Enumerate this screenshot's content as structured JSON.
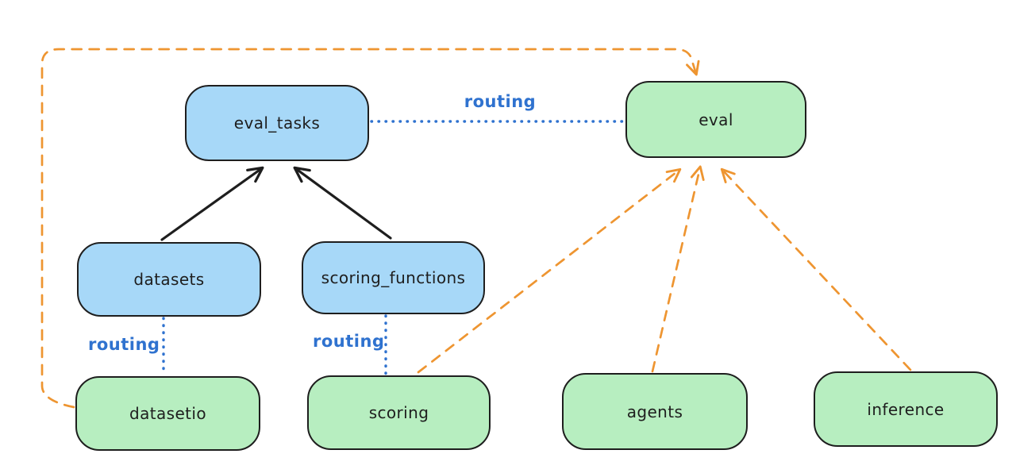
{
  "diagram": {
    "type": "architecture-diagram",
    "nodes": {
      "eval_tasks": {
        "label": "eval_tasks",
        "fill": "blue"
      },
      "datasets": {
        "label": "datasets",
        "fill": "blue"
      },
      "scoring_functions": {
        "label": "scoring_functions",
        "fill": "blue"
      },
      "eval": {
        "label": "eval",
        "fill": "green"
      },
      "datasetio": {
        "label": "datasetio",
        "fill": "green"
      },
      "scoring": {
        "label": "scoring",
        "fill": "green"
      },
      "agents": {
        "label": "agents",
        "fill": "green"
      },
      "inference": {
        "label": "inference",
        "fill": "green"
      }
    },
    "labels": {
      "routing": "routing"
    },
    "edges": [
      {
        "from": "datasets",
        "to": "eval_tasks",
        "style": "solid-arrow",
        "color": "#1e1e1e"
      },
      {
        "from": "scoring_functions",
        "to": "eval_tasks",
        "style": "solid-arrow",
        "color": "#1e1e1e"
      },
      {
        "from": "eval_tasks",
        "to": "eval",
        "style": "dotted",
        "color": "#2f72cf",
        "label": "routing"
      },
      {
        "from": "datasets",
        "to": "datasetio",
        "style": "dotted",
        "color": "#2f72cf",
        "label": "routing"
      },
      {
        "from": "scoring_functions",
        "to": "scoring",
        "style": "dotted",
        "color": "#2f72cf",
        "label": "routing"
      },
      {
        "from": "datasetio",
        "to": "eval",
        "style": "dashed-arrow",
        "color": "#ee9531"
      },
      {
        "from": "scoring",
        "to": "eval",
        "style": "dashed-arrow",
        "color": "#ee9531"
      },
      {
        "from": "agents",
        "to": "eval",
        "style": "dashed-arrow",
        "color": "#ee9531"
      },
      {
        "from": "inference",
        "to": "eval",
        "style": "dashed-arrow",
        "color": "#ee9531"
      }
    ],
    "colors": {
      "background": "#ffffff",
      "blue_fill": "#a7d8f8",
      "green_fill": "#b7eec0",
      "node_stroke": "#1e1e1e",
      "solid_edge": "#1e1e1e",
      "routing_edge": "#2f72cf",
      "provider_edge": "#ee9531"
    }
  }
}
